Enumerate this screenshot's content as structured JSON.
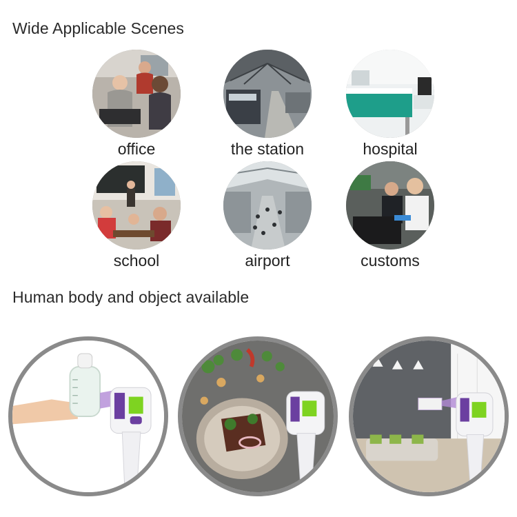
{
  "headings": {
    "scenes": "Wide Applicable Scenes",
    "usage": "Human body and object available"
  },
  "scenes": [
    {
      "label": "office",
      "icon": "office-photo"
    },
    {
      "label": "the station",
      "icon": "train-station-photo"
    },
    {
      "label": "hospital",
      "icon": "hospital-room-photo"
    },
    {
      "label": "school",
      "icon": "classroom-photo"
    },
    {
      "label": "airport",
      "icon": "airport-hall-photo"
    },
    {
      "label": "customs",
      "icon": "customs-officers-photo"
    }
  ],
  "usage_examples": [
    {
      "icon": "baby-bottle-thermometer-photo"
    },
    {
      "icon": "food-plate-thermometer-photo"
    },
    {
      "icon": "living-room-thermometer-photo"
    }
  ],
  "colors": {
    "thermometer_purple": "#6b3fa0",
    "display_green": "#7ed321",
    "ring_gray": "#8a8a8a"
  }
}
